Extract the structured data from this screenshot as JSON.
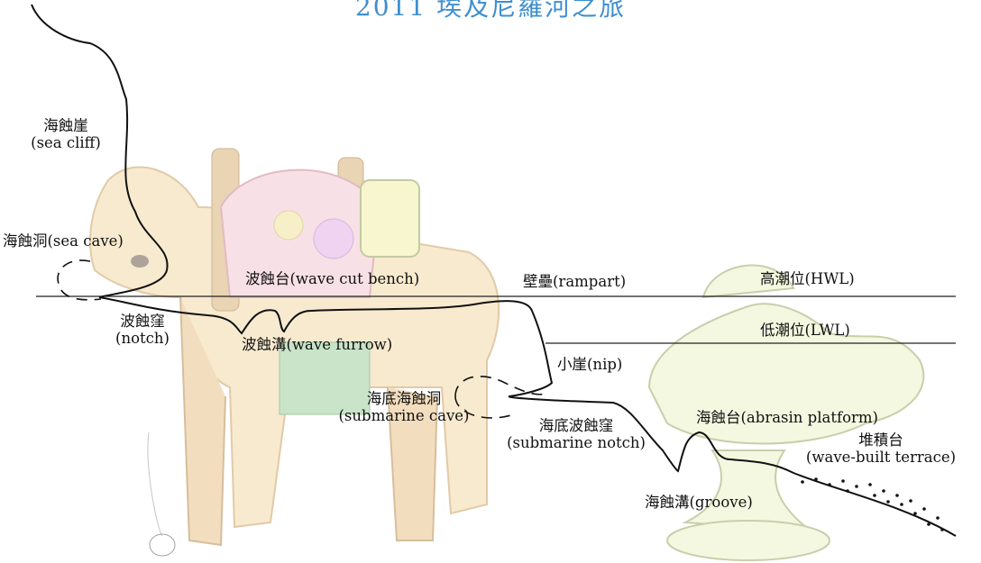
{
  "header": {
    "title": "2011 埃及尼羅河之旅"
  },
  "labels": {
    "sea_cliff": "海蝕崖",
    "sea_cliff_en": "(sea cliff)",
    "sea_cave": "海蝕洞(sea cave)",
    "wave_cut_bench": "波蝕台(wave cut bench)",
    "rampart": "壁壘(rampart)",
    "hwl": "高潮位(HWL)",
    "notch": "波蝕窪",
    "notch_en": "(notch)",
    "wave_furrow": "波蝕溝(wave furrow)",
    "lwl": "低潮位(LWL)",
    "nip": "小崖(nip)",
    "submarine_cave": "海底海蝕洞",
    "submarine_cave_en": "(submarine cave)",
    "submarine_notch": "海底波蝕窪",
    "submarine_notch_en": "(submarine notch)",
    "abrasion_platform": "海蝕台(abrasin platform)",
    "wave_built_terrace": "堆積台",
    "wave_built_terrace_en": "(wave-built terrace)",
    "groove": "海蝕溝(groove)"
  },
  "illustration": {
    "background": "hand-drawn donkey carrying baskets and a magic oil lamp",
    "colors": {
      "title": "#3f8fd0",
      "outline": "#111111",
      "water_lines": "#222222"
    }
  }
}
